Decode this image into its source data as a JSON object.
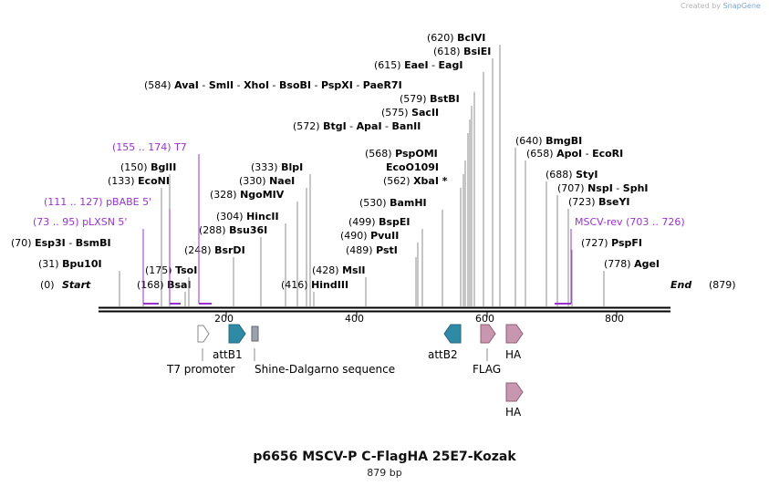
{
  "credit": {
    "prefix": "Created by",
    "brand": "SnapGene"
  },
  "title": "p6656 MSCV-P C-FlagHA 25E7-Kozak",
  "subtitle": "879 bp",
  "sequence_length": 879,
  "ruler_ticks": [
    "200",
    "400",
    "600",
    "800"
  ],
  "ends": {
    "start": "Start",
    "end": "End",
    "start_pos": "(0)",
    "end_pos": "(879)"
  },
  "colors": {
    "site": "#000000",
    "primer": "#9933cc",
    "leader": "#8c8c8c",
    "attB": "#2f8aa6",
    "tag": "#c996b0",
    "shine": "#9aa1b0"
  },
  "sites": [
    {
      "pos": "(31)",
      "name": "Bpu10I"
    },
    {
      "pos": "(70)",
      "name": "Esp3I",
      "alt": "BsmBI"
    },
    {
      "pos": "(133)",
      "name": "EcoNI"
    },
    {
      "pos": "(150)",
      "name": "BglII"
    },
    {
      "pos": "(168)",
      "name": "BsaI"
    },
    {
      "pos": "(175)",
      "name": "TsoI"
    },
    {
      "pos": "(248)",
      "name": "BsrDI"
    },
    {
      "pos": "(288)",
      "name": "Bsu36I"
    },
    {
      "pos": "(304)",
      "name": "HincII"
    },
    {
      "pos": "(328)",
      "name": "NgoMIV"
    },
    {
      "pos": "(330)",
      "name": "NaeI"
    },
    {
      "pos": "(333)",
      "name": "BlpI"
    },
    {
      "pos": "(416)",
      "name": "HindIII"
    },
    {
      "pos": "(428)",
      "name": "MslI"
    },
    {
      "pos": "(489)",
      "name": "PstI"
    },
    {
      "pos": "(490)",
      "name": "PvuII"
    },
    {
      "pos": "(499)",
      "name": "BspEI"
    },
    {
      "pos": "(530)",
      "name": "BamHI"
    },
    {
      "pos": "(562)",
      "name": "XbaI *"
    },
    {
      "pos": "",
      "name": "EcoO109I"
    },
    {
      "pos": "(568)",
      "name": "PspOMI"
    },
    {
      "pos": "(572)",
      "name": "BtgI",
      "alt": "ApaI",
      "alt2": "BanII"
    },
    {
      "pos": "(575)",
      "name": "SacII"
    },
    {
      "pos": "(579)",
      "name": "BstBI"
    },
    {
      "pos": "(584)",
      "name": "AvaI",
      "alt": "SmlI",
      "alt2": "XhoI",
      "alt3": "BsoBI",
      "alt4": "PspXI",
      "alt5": "PaeR7I"
    },
    {
      "pos": "(615)",
      "name": "EaeI",
      "alt": "EagI"
    },
    {
      "pos": "(618)",
      "name": "BsiEI"
    },
    {
      "pos": "(620)",
      "name": "BclVI"
    },
    {
      "pos": "(640)",
      "name": "BmgBI"
    },
    {
      "pos": "(658)",
      "name": "ApoI",
      "alt": "EcoRI"
    },
    {
      "pos": "(688)",
      "name": "StyI"
    },
    {
      "pos": "(707)",
      "name": "NspI",
      "alt": "SphI"
    },
    {
      "pos": "(723)",
      "name": "BseYI"
    },
    {
      "pos": "(727)",
      "name": "PspFI"
    },
    {
      "pos": "(778)",
      "name": "AgeI"
    }
  ],
  "primers": [
    {
      "range": "(73 .. 95)",
      "name": "pLXSN 5'"
    },
    {
      "range": "(111 .. 127)",
      "name": "pBABE 5'"
    },
    {
      "range": "(155 .. 174)",
      "name": "T7"
    },
    {
      "range": "(703 .. 726)",
      "name": "MSCV-rev"
    }
  ],
  "features": [
    "T7 promoter",
    "attB1",
    "Shine-Dalgarno sequence",
    "attB2",
    "FLAG",
    "HA",
    "HA"
  ]
}
